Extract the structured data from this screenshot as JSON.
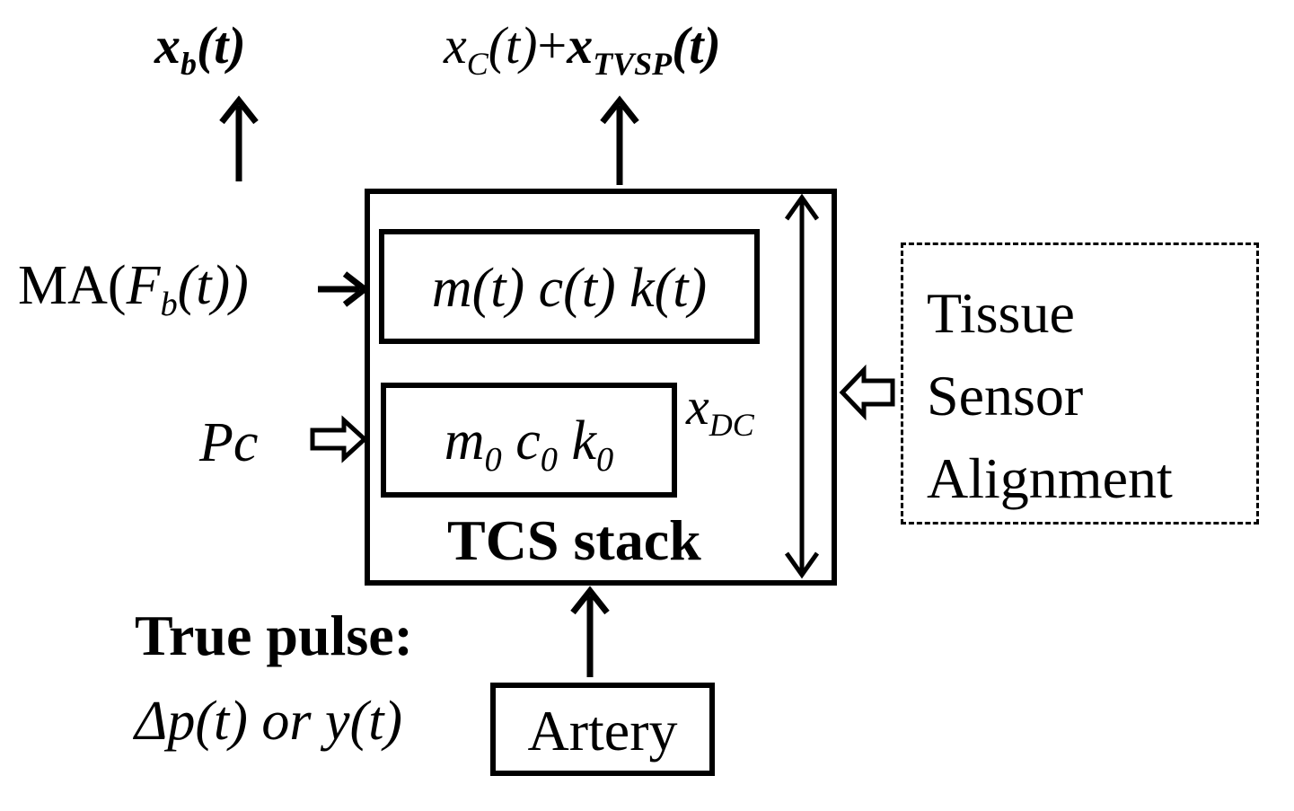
{
  "outputs": {
    "xb": {
      "var": "x",
      "sub": "b",
      "arg": "(t)"
    },
    "xc": {
      "var": "x",
      "sub": "C",
      "arg": "(t)",
      "plus": "+"
    },
    "xtvsp": {
      "var": "x",
      "sub": "TVSP",
      "arg": "(t)"
    }
  },
  "inputs": {
    "ma": {
      "prefix": "MA(",
      "var": "F",
      "sub": "b",
      "arg": "(t))"
    },
    "pc": "Pc"
  },
  "tcs_stack": {
    "label": "TCS stack",
    "dynamic_params": "m(t) c(t) k(t)",
    "static_params": {
      "m": "m",
      "m_sub": "0",
      "c": "c",
      "c_sub": "0",
      "k": "k",
      "k_sub": "0"
    },
    "xdc": {
      "var": "x",
      "sub": "DC"
    }
  },
  "tissue_sensor_alignment": {
    "lines": [
      "Tissue",
      "Sensor",
      "Alignment"
    ]
  },
  "true_pulse": {
    "heading": "True pulse:",
    "expression": "Δp(t) or y(t)"
  },
  "artery": "Artery"
}
